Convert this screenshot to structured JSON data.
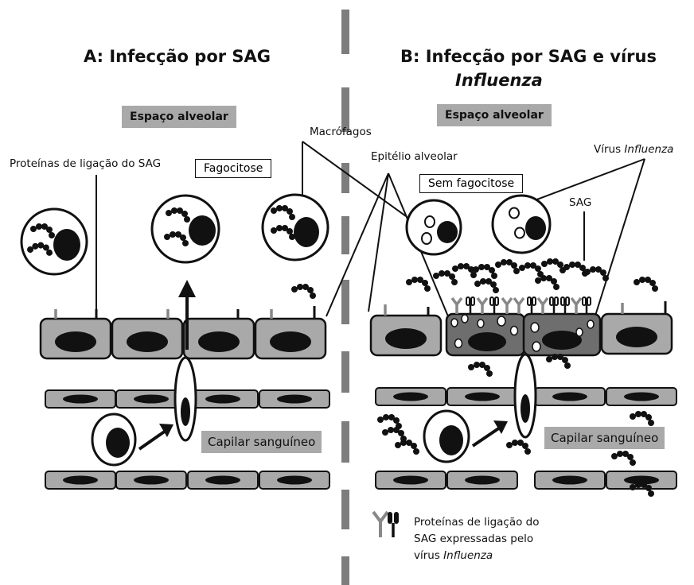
{
  "panel_a": {
    "title": "A: Infecção por SAG",
    "alveolar_space": "Espaço alveolar",
    "binding_proteins": "Proteínas de ligação do SAG",
    "phagocytosis": "Fagocitose",
    "capillary": "Capilar sanguíneo"
  },
  "panel_b": {
    "title_line1": "B: Infecção por SAG e vírus",
    "title_line2": "Influenza",
    "alveolar_space": "Espaço alveolar",
    "macrophages": "Macrófagos",
    "alveolar_epithelium": "Epitélio alveolar",
    "no_phagocytosis": "Sem fagocitose",
    "virus_label_prefix": "Vírus ",
    "virus_label_italic": "Influenza",
    "sag": "SAG",
    "capillary": "Capilar sanguíneo"
  },
  "legend": {
    "line1": "Proteínas de ligação do",
    "line2": "SAG expressadas pelo",
    "line3_prefix": "vírus ",
    "line3_italic": "Influenza"
  },
  "colors": {
    "cell_fill": "#a9a9a9",
    "infected_fill": "#6e6e6e",
    "label_bg": "#a9a9a9",
    "ink": "#111111"
  }
}
